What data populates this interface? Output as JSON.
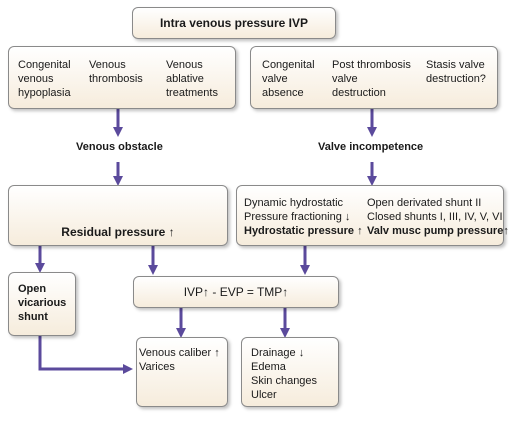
{
  "title": "Intra venous pressure IVP",
  "top_left": {
    "col1": [
      "Congenital",
      "venous",
      "hypoplasia"
    ],
    "col2": [
      "Venous",
      "thrombosis"
    ],
    "col3": [
      "Venous",
      "ablative",
      "treatments"
    ]
  },
  "top_right": {
    "col1": [
      "Congenital",
      "valve",
      "absence"
    ],
    "col2": [
      "Post thrombosis",
      "valve",
      "destruction"
    ],
    "col3": [
      "Stasis valve",
      "destruction?"
    ]
  },
  "venous_obstacle": "Venous obstacle",
  "valve_incompetence": "Valve incompetence",
  "residual_pressure": "Residual pressure ↑",
  "mid_right": {
    "col1": [
      "Dynamic hydrostatic",
      "Pressure fractioning ↓",
      "Hydrostatic pressure ↑"
    ],
    "col2": [
      "Open derivated shunt II",
      "Closed shunts I, III, IV, V, VI",
      "Valv musc pump pressure↑"
    ]
  },
  "open_shunt": [
    "Open",
    "vicarious",
    "shunt"
  ],
  "tmp_formula": "IVP↑ - EVP = TMP↑",
  "bottom_left": [
    "Venous caliber  ↑",
    "Varices"
  ],
  "bottom_right": [
    "Drainage  ↓",
    "Edema",
    "Skin changes",
    "Ulcer"
  ],
  "colors": {
    "arrow": "#5b4a9c",
    "box_border": "#8a8a8a",
    "box_fill_bottom": "#f6ecdc"
  }
}
